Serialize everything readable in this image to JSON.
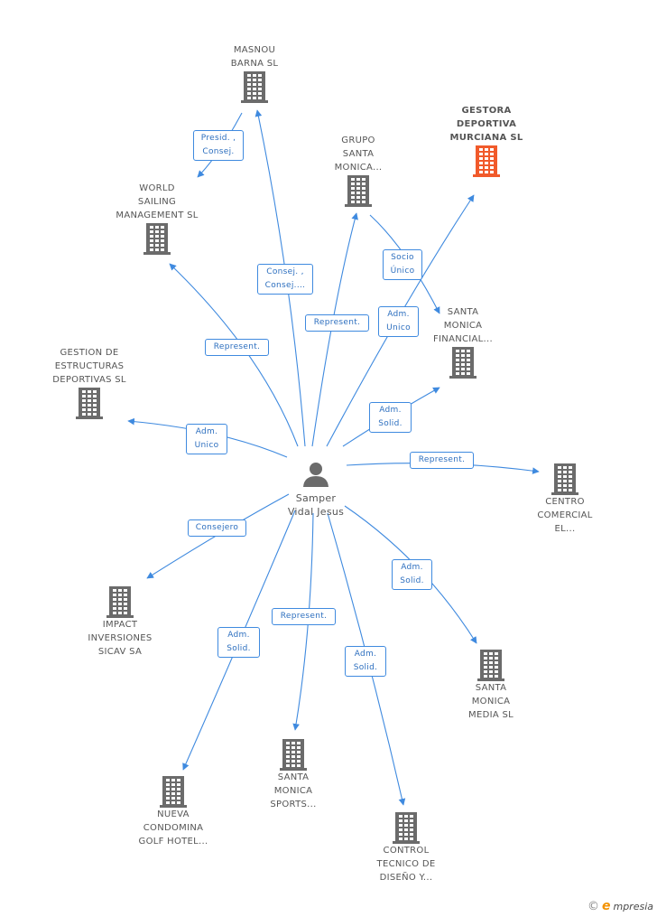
{
  "diagram": {
    "center": {
      "name": "Samper\nVidal Jesus"
    },
    "companies": [
      {
        "id": "masnou",
        "name": "MASNOU\nBARNA SL"
      },
      {
        "id": "world",
        "name": "WORLD\nSAILING\nMANAGEMENT SL"
      },
      {
        "id": "grupo",
        "name": "GRUPO\nSANTA\nMONICA..."
      },
      {
        "id": "gestora",
        "name": "GESTORA\nDEPORTIVA\nMURCIANA SL",
        "highlight": true
      },
      {
        "id": "smfin",
        "name": "SANTA\nMONICA\nFINANCIAL..."
      },
      {
        "id": "gestion",
        "name": "GESTION DE\nESTRUCTURAS\nDEPORTIVAS SL"
      },
      {
        "id": "centro",
        "name": "CENTRO\nCOMERCIAL\nEL..."
      },
      {
        "id": "impact",
        "name": "IMPACT\nINVERSIONES\nSICAV SA"
      },
      {
        "id": "smmedia",
        "name": "SANTA\nMONICA\nMEDIA SL"
      },
      {
        "id": "nueva",
        "name": "NUEVA\nCONDOMINA\nGOLF HOTEL..."
      },
      {
        "id": "smsports",
        "name": "SANTA\nMONICA\nSPORTS..."
      },
      {
        "id": "control",
        "name": "CONTROL\nTECNICO DE\nDISEÑO Y..."
      }
    ],
    "relations": [
      {
        "id": "r_masnou_world",
        "label": "Presid. ,\nConsej."
      },
      {
        "id": "r_masnou",
        "label": "Consej. ,\nConsej...."
      },
      {
        "id": "r_grupo",
        "label": "Represent."
      },
      {
        "id": "r_grupo_smfin",
        "label": "Socio\nÚnico"
      },
      {
        "id": "r_gestora",
        "label": "Adm.\nUnico"
      },
      {
        "id": "r_world",
        "label": "Represent."
      },
      {
        "id": "r_smfin",
        "label": "Adm.\nSolid."
      },
      {
        "id": "r_gestion",
        "label": "Adm.\nUnico"
      },
      {
        "id": "r_centro",
        "label": "Represent."
      },
      {
        "id": "r_impact",
        "label": "Consejero"
      },
      {
        "id": "r_smmedia",
        "label": "Adm.\nSolid."
      },
      {
        "id": "r_nueva",
        "label": "Adm.\nSolid."
      },
      {
        "id": "r_smsports",
        "label": "Represent."
      },
      {
        "id": "r_control",
        "label": "Adm.\nSolid."
      }
    ],
    "colors": {
      "edge": "#3f8adf",
      "icon": "#6b6b6b",
      "highlight": "#f15a2b"
    }
  },
  "footer": {
    "copyright_icon": "copyright-icon",
    "brand_initial": "e",
    "brand_rest": "mpresia"
  }
}
